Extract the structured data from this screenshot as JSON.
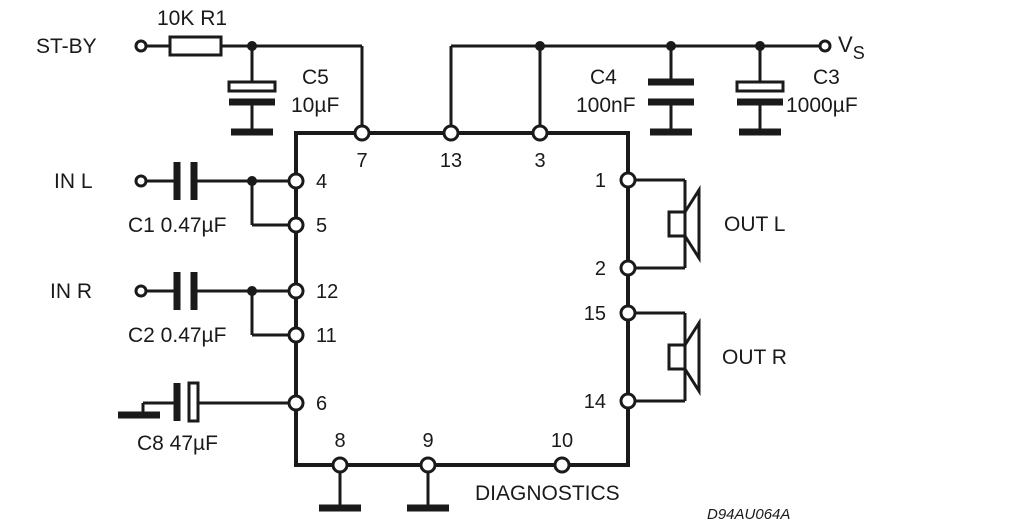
{
  "labels": {
    "standby": "ST-BY",
    "r1": "10K R1",
    "vs_main": "V",
    "vs_sub": "S",
    "c5_name": "C5",
    "c5_value": "10µF",
    "c4_name": "C4",
    "c4_value": "100nF",
    "c3_name": "C3",
    "c3_value": "1000µF",
    "in_l": "IN L",
    "in_r": "IN R",
    "c1": "C1 0.47µF",
    "c2": "C2 0.47µF",
    "c8": "C8 47µF",
    "out_l": "OUT L",
    "out_r": "OUT R",
    "diagnostics": "DIAGNOSTICS",
    "drawing_code": "D94AU064A"
  },
  "pins": {
    "p7": "7",
    "p13": "13",
    "p3": "3",
    "p4": "4",
    "p5": "5",
    "p12": "12",
    "p11": "11",
    "p6": "6",
    "p1": "1",
    "p2": "2",
    "p15": "15",
    "p14": "14",
    "p8": "8",
    "p9": "9",
    "p10": "10"
  }
}
